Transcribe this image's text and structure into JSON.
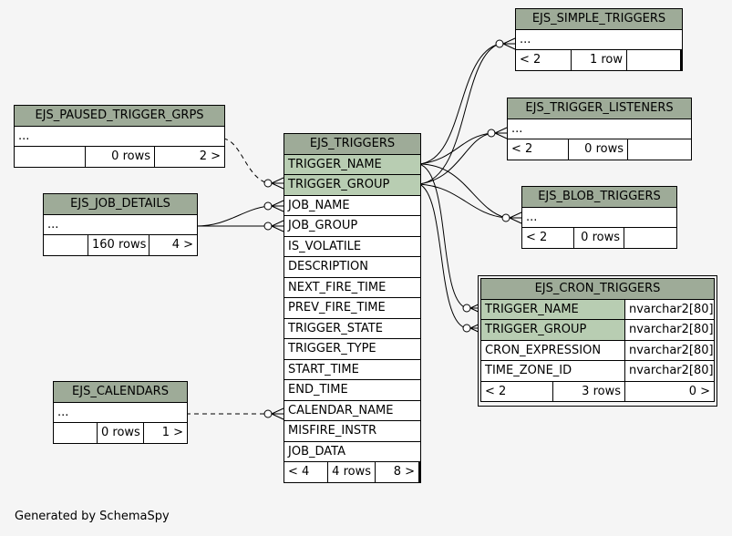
{
  "tables": {
    "simple_triggers": {
      "title": "EJS_SIMPLE_TRIGGERS",
      "placeholder": "...",
      "prev": "< 2",
      "rows": "1 row",
      "next": ""
    },
    "trigger_listeners": {
      "title": "EJS_TRIGGER_LISTENERS",
      "placeholder": "...",
      "prev": "< 2",
      "rows": "0 rows",
      "next": ""
    },
    "paused_trigger_grps": {
      "title": "EJS_PAUSED_TRIGGER_GRPS",
      "placeholder": "...",
      "prev": "",
      "rows": "0 rows",
      "next": "2 >"
    },
    "blob_triggers": {
      "title": "EJS_BLOB_TRIGGERS",
      "placeholder": "...",
      "prev": "< 2",
      "rows": "0 rows",
      "next": ""
    },
    "job_details": {
      "title": "EJS_JOB_DETAILS",
      "placeholder": "...",
      "prev": "",
      "rows": "160 rows",
      "next": "4 >"
    },
    "calendars": {
      "title": "EJS_CALENDARS",
      "placeholder": "...",
      "prev": "",
      "rows": "0 rows",
      "next": "1 >"
    },
    "triggers": {
      "title": "EJS_TRIGGERS",
      "columns": [
        "TRIGGER_NAME",
        "TRIGGER_GROUP",
        "JOB_NAME",
        "JOB_GROUP",
        "IS_VOLATILE",
        "DESCRIPTION",
        "NEXT_FIRE_TIME",
        "PREV_FIRE_TIME",
        "TRIGGER_STATE",
        "TRIGGER_TYPE",
        "START_TIME",
        "END_TIME",
        "CALENDAR_NAME",
        "MISFIRE_INSTR",
        "JOB_DATA"
      ],
      "prev": "< 4",
      "rows": "4 rows",
      "next": "8 >"
    },
    "cron_triggers": {
      "title": "EJS_CRON_TRIGGERS",
      "columns": [
        {
          "name": "TRIGGER_NAME",
          "type": "nvarchar2[80]"
        },
        {
          "name": "TRIGGER_GROUP",
          "type": "nvarchar2[80]"
        },
        {
          "name": "CRON_EXPRESSION",
          "type": "nvarchar2[80]"
        },
        {
          "name": "TIME_ZONE_ID",
          "type": "nvarchar2[80]"
        }
      ],
      "prev": "< 2",
      "rows": "3 rows",
      "next": "0 >"
    }
  },
  "footer": "Generated by SchemaSpy",
  "colors": {
    "header": "#9eab98",
    "key": "#b8cdb2",
    "background": "#f5f5f5",
    "cell": "#ffffff"
  }
}
